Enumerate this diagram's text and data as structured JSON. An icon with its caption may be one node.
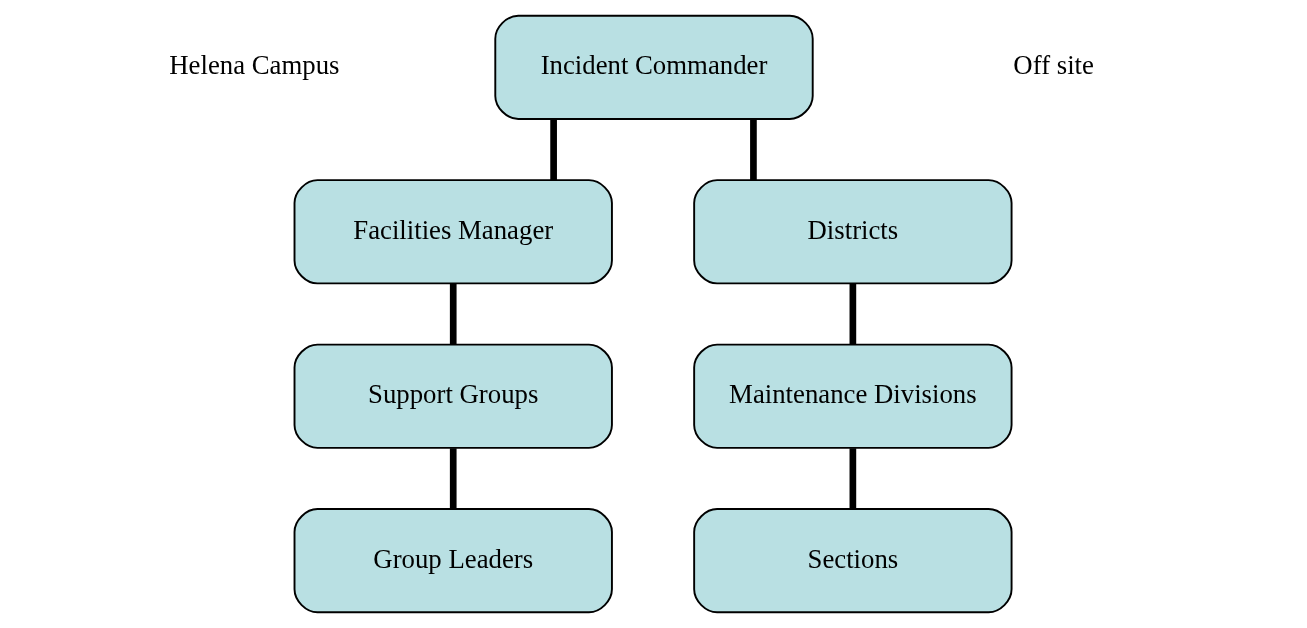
{
  "diagram": {
    "nodes": [
      {
        "text": [
          "Incident Commander"
        ]
      },
      {
        "text": [
          "Facilities Manager"
        ]
      },
      {
        "text": [
          "Districts"
        ]
      },
      {
        "text": [
          "Support Groups"
        ]
      },
      {
        "text": [
          "Maintenance Divisions"
        ]
      },
      {
        "text": [
          "Group Leaders"
        ]
      },
      {
        "text": [
          "Sections"
        ]
      }
    ],
    "edges": [
      {
        "from": 0,
        "to": 1,
        "arrow": "none"
      },
      {
        "from": 0,
        "to": 2,
        "arrow": "none"
      },
      {
        "from": 1,
        "to": 3,
        "arrow": "none"
      },
      {
        "from": 3,
        "to": 5,
        "arrow": "none"
      },
      {
        "from": 2,
        "to": 4,
        "arrow": "none"
      },
      {
        "from": 4,
        "to": 6,
        "arrow": "none"
      }
    ],
    "labels": [
      "Helena Campus",
      "Off site"
    ]
  }
}
